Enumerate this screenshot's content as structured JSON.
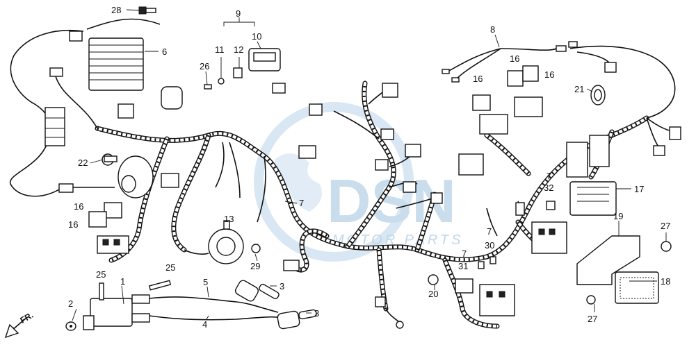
{
  "callouts": {
    "c1": "1",
    "c2": "2",
    "c3a": "3",
    "c3b": "3",
    "c4": "4",
    "c5": "5",
    "c6": "6",
    "c7a": "7",
    "c7b": "7",
    "c7c": "7",
    "c7d": "7",
    "c8": "8",
    "c9": "9",
    "c10": "10",
    "c11": "11",
    "c12": "12",
    "c13": "13",
    "c16a": "16",
    "c16b": "16",
    "c16c": "16",
    "c16d": "16",
    "c16e": "16",
    "c17": "17",
    "c18": "18",
    "c19": "19",
    "c20": "20",
    "c21": "21",
    "c22": "22",
    "c25a": "25",
    "c25b": "25",
    "c26": "26",
    "c27a": "27",
    "c27b": "27",
    "c28": "28",
    "c29": "29",
    "c30": "30",
    "c31": "31",
    "c32": "32"
  },
  "direction_label": "FR.",
  "watermark": {
    "main": "DSN",
    "sub": "MOTOR PARTS"
  },
  "colors": {
    "line": "#111111",
    "watermark": "#9ec3de",
    "background": "#ffffff"
  }
}
